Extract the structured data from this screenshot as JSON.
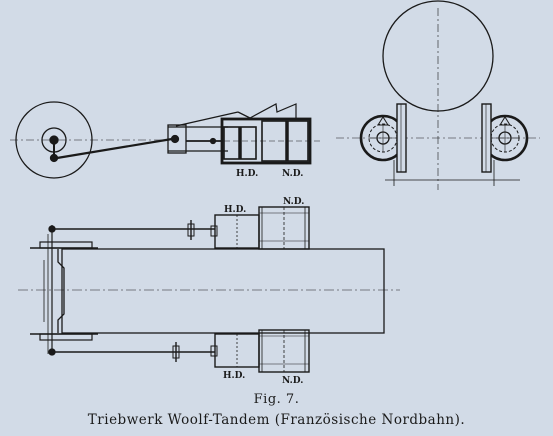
{
  "figure": {
    "number": "Fig. 7.",
    "caption": "Triebwerk Woolf-Tandem (Französische Nordbahn)."
  },
  "labels": {
    "side_hp": "H.D.",
    "side_lp": "N.D.",
    "top_hp": "H.D.",
    "top_lp": "N.D.",
    "bottom_hp": "H.D.",
    "bottom_lp": "N.D."
  }
}
